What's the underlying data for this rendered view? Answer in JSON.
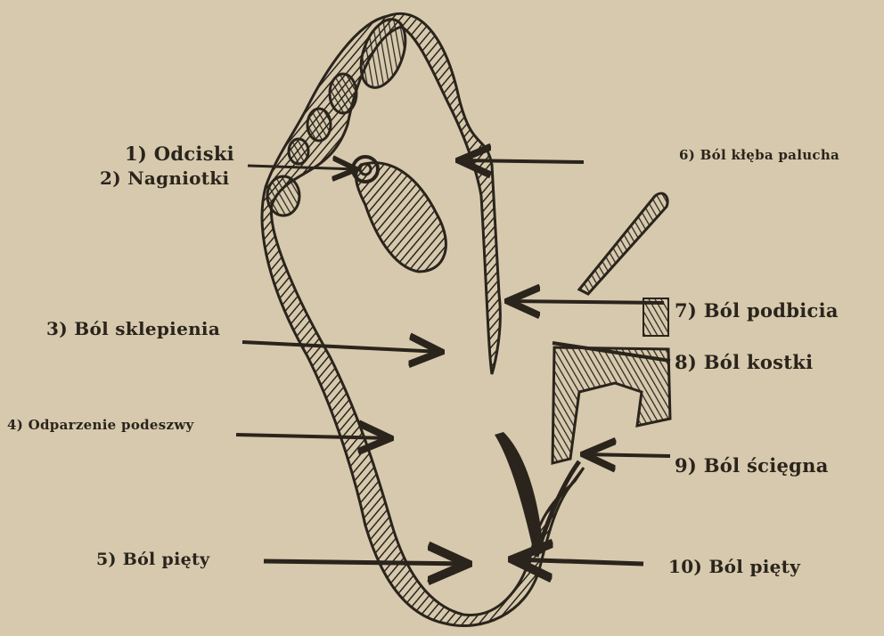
{
  "diagram": {
    "figure": "foot-pain-diagram",
    "labels": {
      "l1": "1) Odciski",
      "l2": "2) Nagniotki",
      "l3": "3) Ból sklepienia",
      "l4": "4) Odparzenie podeszwy",
      "l5": "5) Ból pięty",
      "l6": "6) Ból kłęba palucha",
      "l7": "7) Ból podbicia",
      "l8": "8) Ból kostki",
      "l9": "9) Ból ścięgna",
      "l10": "10) Ból pięty"
    },
    "colors": {
      "paper": "#d6c9ad",
      "ink": "#2a241c"
    }
  }
}
